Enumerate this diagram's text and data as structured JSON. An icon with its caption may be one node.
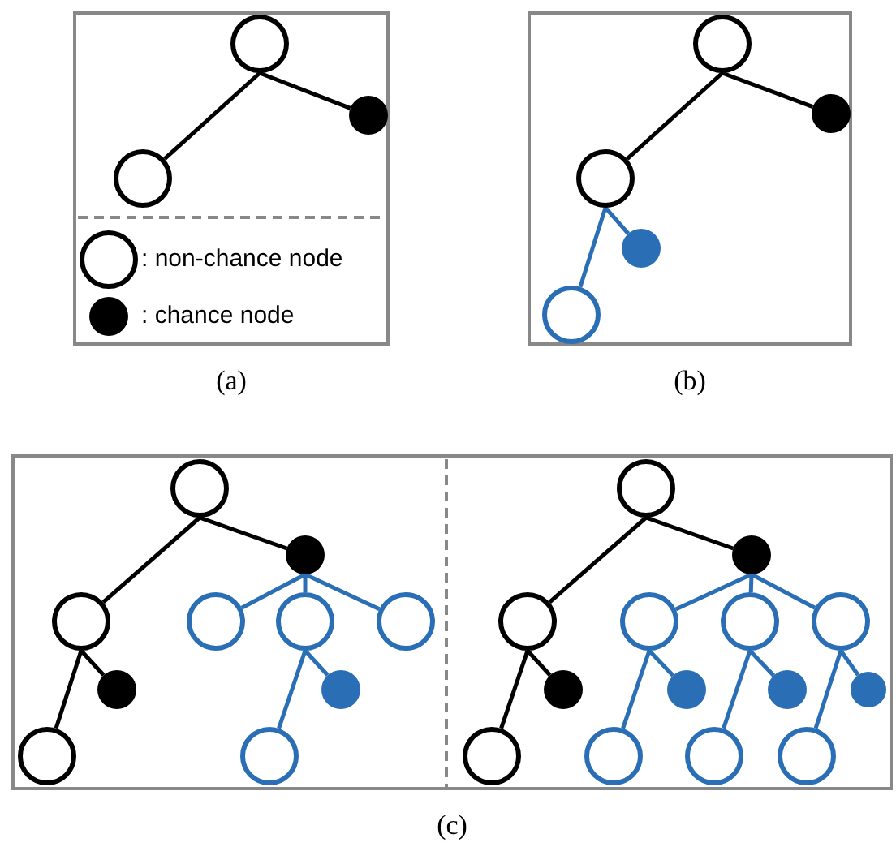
{
  "diagram": {
    "nodes": [
      {
        "text": [
          "(a)"
        ]
      },
      {
        "text": [],
        "shape": "circle",
        "in": 0
      },
      {
        "text": [],
        "shape": "circle",
        "in": 0
      },
      {
        "text": [],
        "shape": "circle",
        "in": 0
      },
      {
        "text": [
          "(b)"
        ]
      },
      {
        "text": [],
        "shape": "circle",
        "in": 4
      },
      {
        "text": [],
        "shape": "circle",
        "in": 4
      },
      {
        "text": [],
        "shape": "circle",
        "in": 4
      },
      {
        "text": [],
        "shape": "circle",
        "in": 4
      },
      {
        "text": [],
        "shape": "circle",
        "in": 4
      },
      {
        "text": [
          "(c)"
        ]
      },
      {
        "text": [],
        "shape": "circle",
        "in": 10
      },
      {
        "text": [],
        "shape": "circle",
        "in": 10
      },
      {
        "text": [],
        "shape": "circle",
        "in": 10
      },
      {
        "text": [],
        "shape": "circle",
        "in": 10
      },
      {
        "text": [],
        "shape": "circle",
        "in": 10
      },
      {
        "text": [],
        "shape": "circle",
        "in": 10
      },
      {
        "text": [],
        "shape": "circle",
        "in": 10
      },
      {
        "text": [],
        "shape": "circle",
        "in": 10
      },
      {
        "text": [],
        "shape": "circle",
        "in": 10
      },
      {
        "text": [],
        "shape": "circle",
        "in": 10
      },
      {
        "text": [],
        "shape": "circle",
        "in": 10
      },
      {
        "text": [],
        "shape": "circle",
        "in": 10
      },
      {
        "text": [],
        "shape": "circle",
        "in": 10
      },
      {
        "text": [],
        "shape": "circle",
        "in": 10
      },
      {
        "text": [],
        "shape": "circle",
        "in": 10
      },
      {
        "text": [],
        "shape": "circle",
        "in": 10
      },
      {
        "text": [],
        "shape": "circle",
        "in": 10
      },
      {
        "text": [],
        "shape": "circle",
        "in": 10
      },
      {
        "text": [],
        "shape": "circle",
        "in": 10
      },
      {
        "text": [],
        "shape": "circle",
        "in": 10
      },
      {
        "text": [],
        "shape": "circle",
        "in": 10
      },
      {
        "text": [],
        "shape": "circle",
        "in": 10
      },
      {
        "text": [],
        "shape": "circle",
        "in": 10
      },
      {
        "text": [],
        "shape": "circle",
        "in": 10
      }
    ],
    "edges": [
      {
        "from": 1,
        "to": 2,
        "arrow": "none",
        "color": "#000000"
      },
      {
        "from": 1,
        "to": 3,
        "arrow": "none",
        "color": "#000000"
      },
      {
        "from": 5,
        "to": 6,
        "arrow": "none",
        "color": "#000000"
      },
      {
        "from": 5,
        "to": 7,
        "arrow": "none",
        "color": "#000000"
      },
      {
        "from": 7,
        "to": 8,
        "arrow": "none"
      },
      {
        "from": 7,
        "to": 9,
        "arrow": "none"
      },
      {
        "from": 11,
        "to": 12,
        "arrow": "none",
        "color": "#000000"
      },
      {
        "from": 11,
        "to": 13,
        "arrow": "none",
        "color": "#000000"
      },
      {
        "from": 12,
        "to": 14,
        "arrow": "none"
      },
      {
        "from": 12,
        "to": 15,
        "arrow": "none"
      },
      {
        "from": 12,
        "to": 16,
        "arrow": "none"
      },
      {
        "from": 13,
        "to": 17,
        "arrow": "none",
        "color": "#000000"
      },
      {
        "from": 13,
        "to": 19,
        "arrow": "none",
        "color": "#000000"
      },
      {
        "from": 15,
        "to": 18,
        "arrow": "none"
      },
      {
        "from": 15,
        "to": 20,
        "arrow": "none"
      },
      {
        "from": 21,
        "to": 22,
        "arrow": "none",
        "color": "#000000"
      },
      {
        "from": 21,
        "to": 23,
        "arrow": "none",
        "color": "#000000"
      },
      {
        "from": 22,
        "to": 24,
        "arrow": "none"
      },
      {
        "from": 22,
        "to": 25,
        "arrow": "none"
      },
      {
        "from": 22,
        "to": 26,
        "arrow": "none"
      },
      {
        "from": 23,
        "to": 27,
        "arrow": "none",
        "color": "#000000"
      },
      {
        "from": 23,
        "to": 31,
        "arrow": "none",
        "color": "#000000"
      },
      {
        "from": 24,
        "to": 28,
        "arrow": "none"
      },
      {
        "from": 24,
        "to": 32,
        "arrow": "none"
      },
      {
        "from": 25,
        "to": 29,
        "arrow": "none"
      },
      {
        "from": 25,
        "to": 33,
        "arrow": "none"
      },
      {
        "from": 26,
        "to": 30,
        "arrow": "none"
      },
      {
        "from": 26,
        "to": 34,
        "arrow": "none"
      }
    ],
    "legend": [
      {
        "text": ": non-chance node"
      },
      {
        "text": ": chance node"
      }
    ]
  }
}
